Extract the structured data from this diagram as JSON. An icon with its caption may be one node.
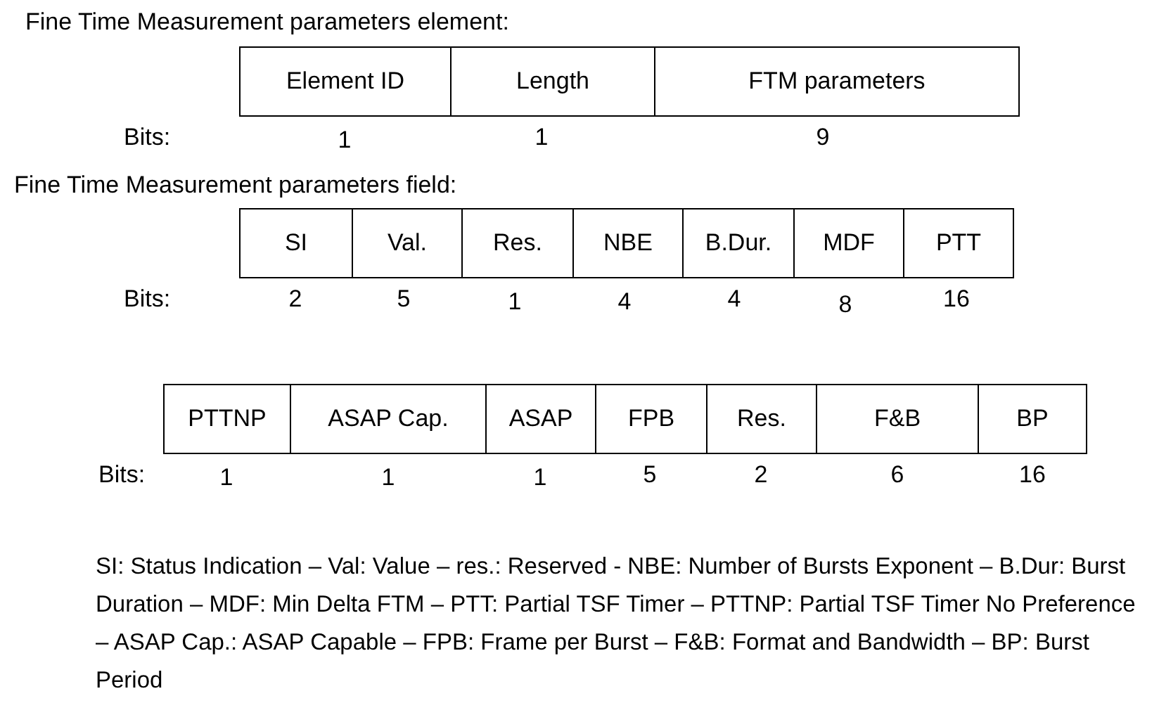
{
  "diagram": {
    "nodes": [
      {
        "text": [
          "Element ID"
        ]
      },
      {
        "text": [
          "Length"
        ]
      },
      {
        "text": [
          "FTM parameters"
        ]
      },
      {
        "text": [
          "SI"
        ]
      },
      {
        "text": [
          "Val."
        ]
      },
      {
        "text": [
          "Res."
        ]
      },
      {
        "text": [
          "NBE"
        ]
      },
      {
        "text": [
          "B.Dur."
        ]
      },
      {
        "text": [
          "MDF"
        ]
      },
      {
        "text": [
          "PTT"
        ]
      },
      {
        "text": [
          "PTTNP"
        ]
      },
      {
        "text": [
          "ASAP Cap."
        ]
      },
      {
        "text": [
          "ASAP"
        ]
      },
      {
        "text": [
          "FPB"
        ]
      },
      {
        "text": [
          "Res."
        ]
      },
      {
        "text": [
          "F&B"
        ]
      },
      {
        "text": [
          "BP"
        ]
      }
    ],
    "edges": [],
    "labels": [
      "Fine Time Measurement parameters element:",
      "Bits:",
      "1",
      "1",
      "9",
      "Fine Time Measurement parameters field:",
      "Bits:",
      "2",
      "5",
      "1",
      "4",
      "4",
      "8",
      "16",
      "Bits:",
      "1",
      "1",
      "1",
      "5",
      "2",
      "6",
      "16",
      "SI: Status Indication – Val: Value – res.: Reserved - NBE: Number of Bursts Exponent – B.Dur: Burst Duration – MDF: Min Delta FTM – PTT: Partial TSF Timer – PTTNP: Partial TSF Timer No Preference – ASAP Cap.: ASAP Capable – FPB: Frame per Burst – F&B: Format and Bandwidth – BP: Burst Period"
    ]
  }
}
